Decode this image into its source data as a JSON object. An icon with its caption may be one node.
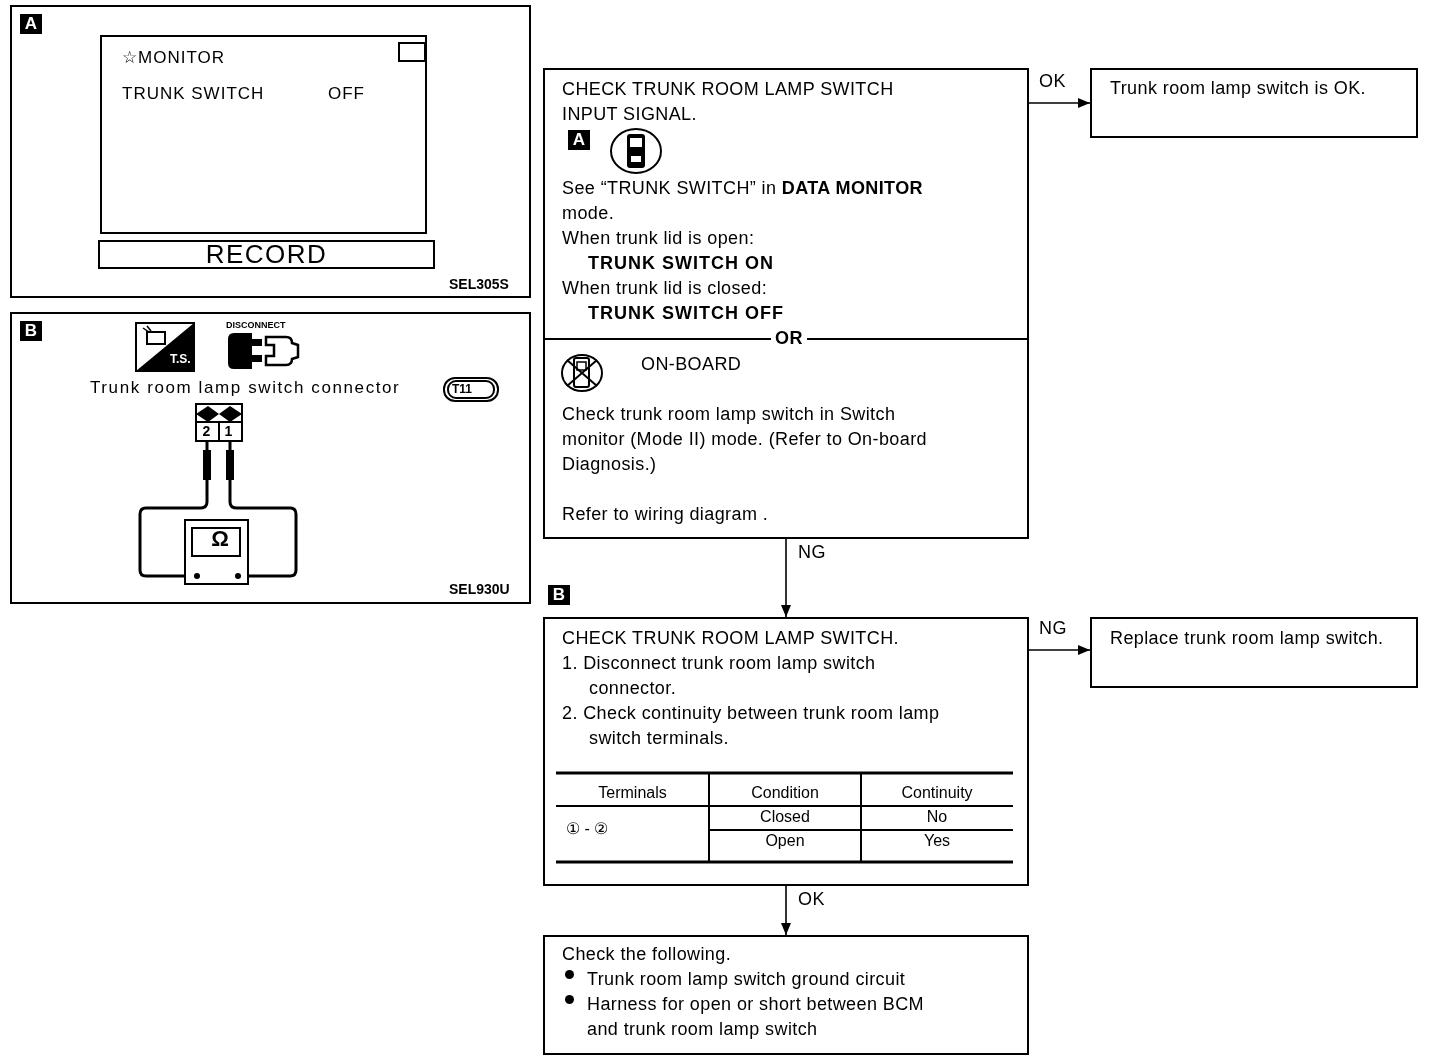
{
  "diagram": {
    "nodes": [
      {
        "text": [
          "CHECK TRUNK ROOM LAMP SWITCH INPUT SIGNAL.",
          "A",
          "See “TRUNK SWITCH” in **DATA MONITOR** mode.",
          "When trunk lid is open:",
          "TRUNK SWITCH ON",
          "When trunk lid is closed:",
          "TRUNK SWITCH OFF",
          "OR",
          "ON-BOARD",
          "Check trunk room lamp switch in Switch monitor (Mode II) mode. (Refer to On-board Diagnosis.)",
          "Refer to wiring diagram ."
        ]
      },
      {
        "text": [
          "Trunk room lamp switch is OK."
        ]
      },
      {
        "text": [
          "CHECK TRUNK ROOM LAMP SWITCH.",
          "1. Disconnect trunk room lamp switch connector.",
          "2. Check continuity between trunk room lamp switch terminals."
        ],
        "beside": [
          "B"
        ]
      },
      {
        "text": [
          "Replace trunk room lamp switch."
        ]
      },
      {
        "text": [
          "Check the following.",
          "Trunk room lamp switch ground circuit",
          "Harness for open or short between BCM and trunk room lamp switch"
        ]
      },
      {
        "text": [
          "A",
          "SEL305S"
        ]
      },
      {
        "text": [
          "☆MONITOR",
          "TRUNK SWITCH",
          "OFF"
        ],
        "in": 5
      },
      {
        "text": [
          "RECORD"
        ],
        "in": 5
      },
      {
        "text": [
          "B",
          "SEL930U"
        ]
      }
    ],
    "edges": [
      {
        "from": 0,
        "to": 1,
        "arrow": "to",
        "label": "OK"
      },
      {
        "from": 0,
        "to": 2,
        "arrow": "to",
        "label": "NG"
      },
      {
        "from": 2,
        "to": 3,
        "arrow": "to",
        "label": "NG"
      },
      {
        "from": 2,
        "to": 4,
        "arrow": "to",
        "label": "OK"
      }
    ],
    "labels": [
      "DISCONNECT",
      "T.S.",
      "Trunk room lamp switch connector",
      "T11",
      "2",
      "1",
      "Ω",
      "Terminals",
      "Condition",
      "Continuity",
      "① - ②",
      "Closed",
      "No",
      "Open",
      "Yes"
    ]
  }
}
